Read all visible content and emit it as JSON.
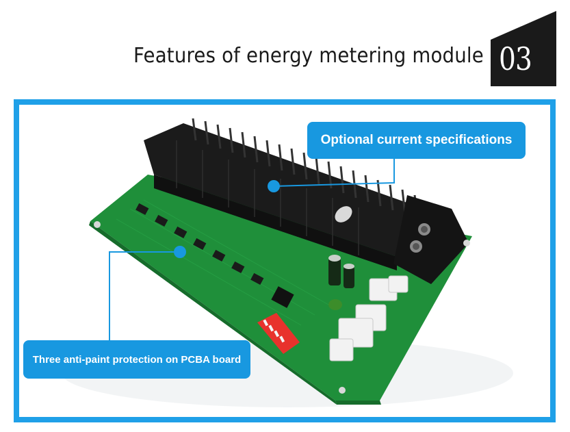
{
  "header": {
    "title": "Features of energy metering module",
    "badge_number": "03"
  },
  "callouts": {
    "top": "Optional current specifications",
    "bottom": "Three anti-paint protection on PCBA board"
  },
  "colors": {
    "frame_blue": "#1fa0e8",
    "callout_blue": "#1898e0",
    "pcb_green": "#1f8f3a",
    "relay_black": "#1b1b1b",
    "dip_switch_red": "#e8322c",
    "badge_black": "#1a1a1a"
  }
}
